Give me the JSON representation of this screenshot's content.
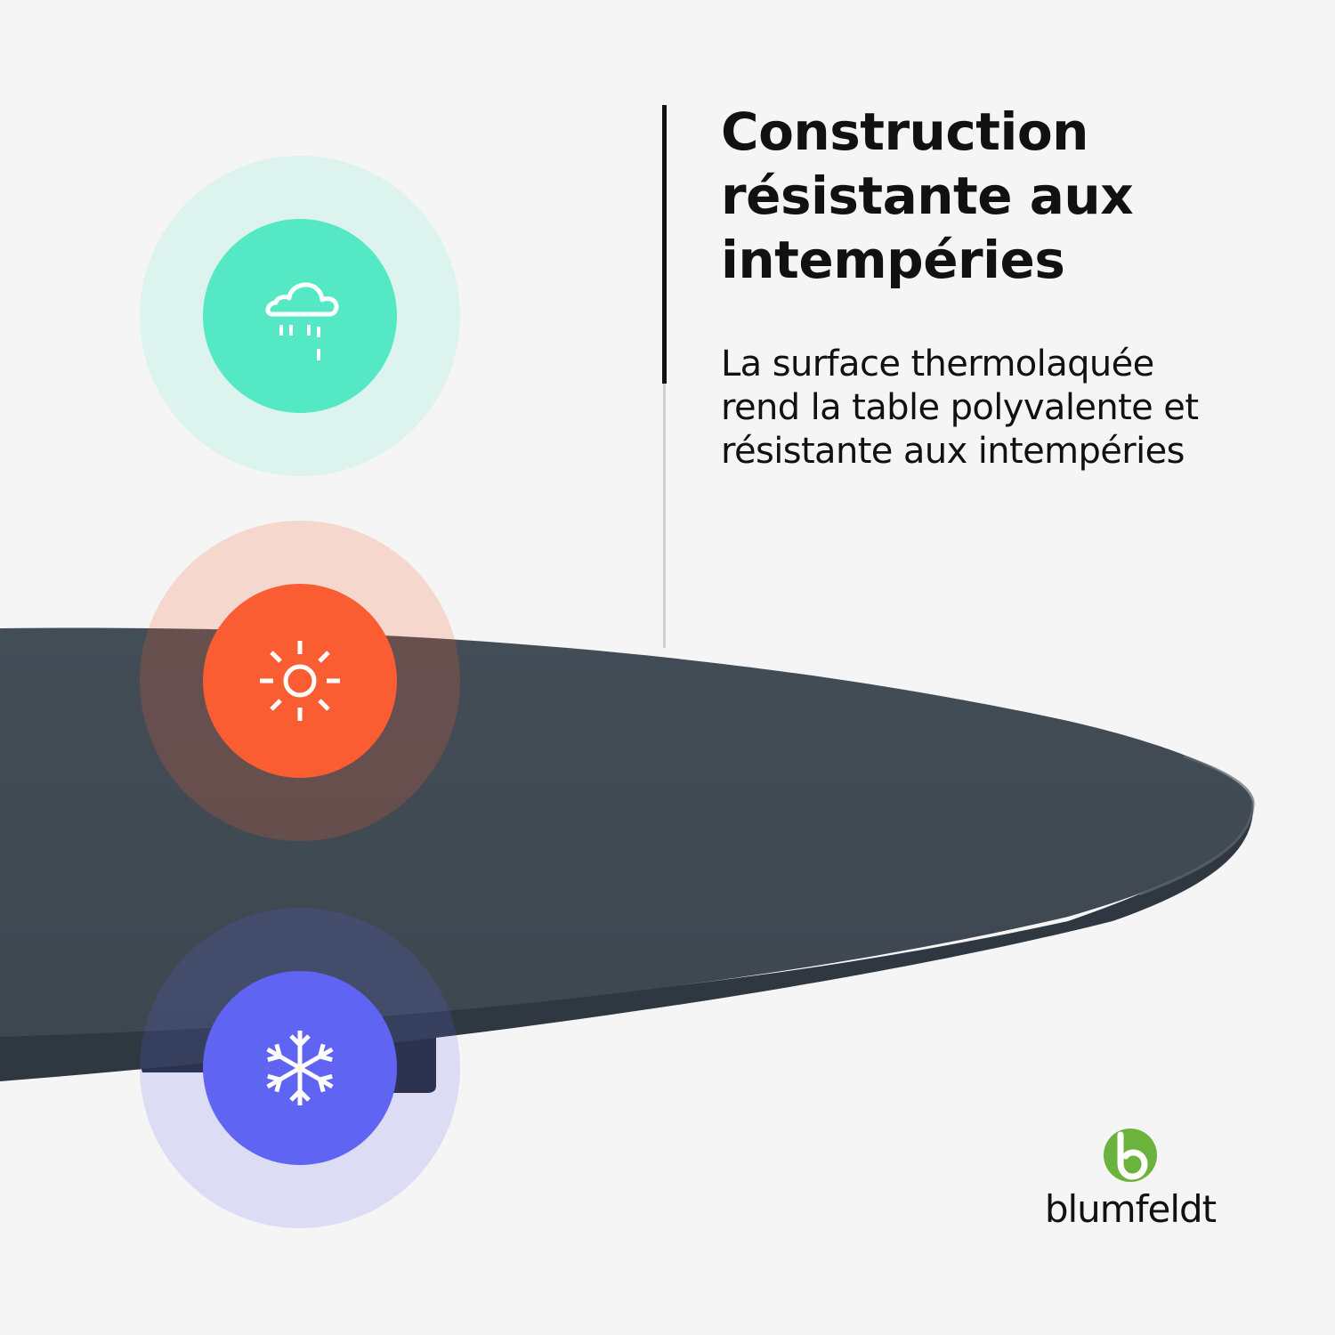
{
  "colors": {
    "background": "#f5f5f5",
    "text": "#111111",
    "tabletop": "#434d56",
    "tabletop_edge": "#2f3841",
    "rain_halo": "rgba(84,232,196,0.15)",
    "rain_disc": "#54e8c4",
    "sun_halo": "rgba(250,93,50,0.20)",
    "sun_disc": "#fa5d32",
    "snow_halo": "rgba(96,100,242,0.16)",
    "snow_disc": "#6064f2",
    "logo_green": "#6cb33e",
    "icon_stroke": "#ffffff"
  },
  "heading": {
    "lines": [
      "Construction",
      "résistante aux",
      "intempéries"
    ]
  },
  "description": {
    "lines": [
      "La surface thermolaquée",
      "rend la table polyvalente et",
      "résistante aux intempéries"
    ]
  },
  "features": [
    {
      "icon": "rain-cloud-icon"
    },
    {
      "icon": "sun-icon"
    },
    {
      "icon": "snowflake-icon"
    }
  ],
  "brand": {
    "name": "blumfeldt",
    "logo_icon": "blumfeldt-b-logo-icon"
  }
}
